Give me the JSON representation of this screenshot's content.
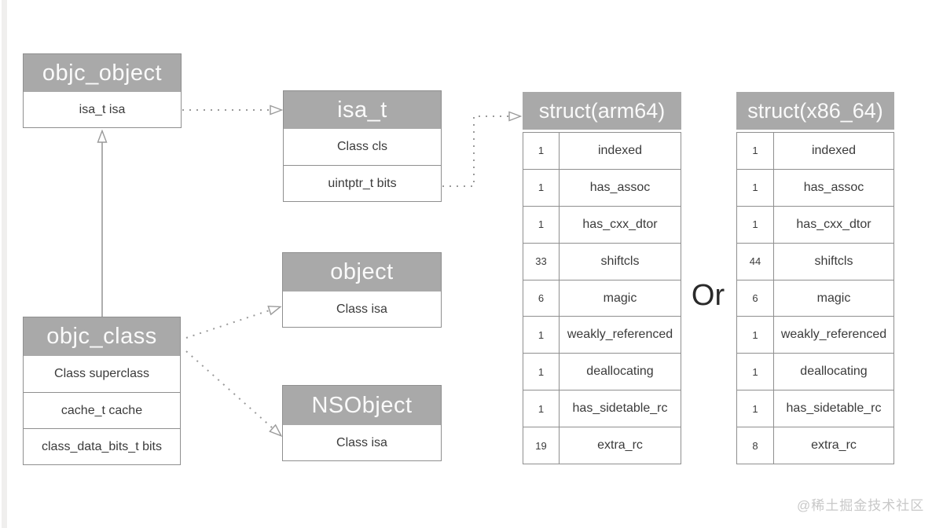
{
  "colors": {
    "header_bg": "#a9a9a9",
    "header_text": "#fafafa",
    "border": "#8f8f8f",
    "body_text": "#3b3b3b",
    "connector": "#9a9a9a",
    "or_text": "#2a2a2a",
    "watermark_text": "#c8c8c8"
  },
  "boxes": {
    "objc_object": {
      "title": "objc_object",
      "fields": [
        "isa_t isa"
      ]
    },
    "isa_t": {
      "title": "isa_t",
      "fields": [
        "Class cls",
        "uintptr_t bits"
      ]
    },
    "object": {
      "title": "object",
      "fields": [
        "Class isa"
      ]
    },
    "nsobject": {
      "title": "NSObject",
      "fields": [
        "Class isa"
      ]
    },
    "objc_class": {
      "title": "objc_class",
      "fields": [
        "Class superclass",
        "cache_t cache",
        "class_data_bits_t bits"
      ]
    }
  },
  "tables": {
    "arm64": {
      "title": "struct(arm64)",
      "rows": [
        [
          "1",
          "indexed"
        ],
        [
          "1",
          "has_assoc"
        ],
        [
          "1",
          "has_cxx_dtor"
        ],
        [
          "33",
          "shiftcls"
        ],
        [
          "6",
          "magic"
        ],
        [
          "1",
          "weakly_referenced"
        ],
        [
          "1",
          "deallocating"
        ],
        [
          "1",
          "has_sidetable_rc"
        ],
        [
          "19",
          "extra_rc"
        ]
      ]
    },
    "x86_64": {
      "title": "struct(x86_64)",
      "rows": [
        [
          "1",
          "indexed"
        ],
        [
          "1",
          "has_assoc"
        ],
        [
          "1",
          "has_cxx_dtor"
        ],
        [
          "44",
          "shiftcls"
        ],
        [
          "6",
          "magic"
        ],
        [
          "1",
          "weakly_referenced"
        ],
        [
          "1",
          "deallocating"
        ],
        [
          "1",
          "has_sidetable_rc"
        ],
        [
          "8",
          "extra_rc"
        ]
      ]
    }
  },
  "or_label": "Or",
  "watermark": "@稀土掘金技术社区"
}
